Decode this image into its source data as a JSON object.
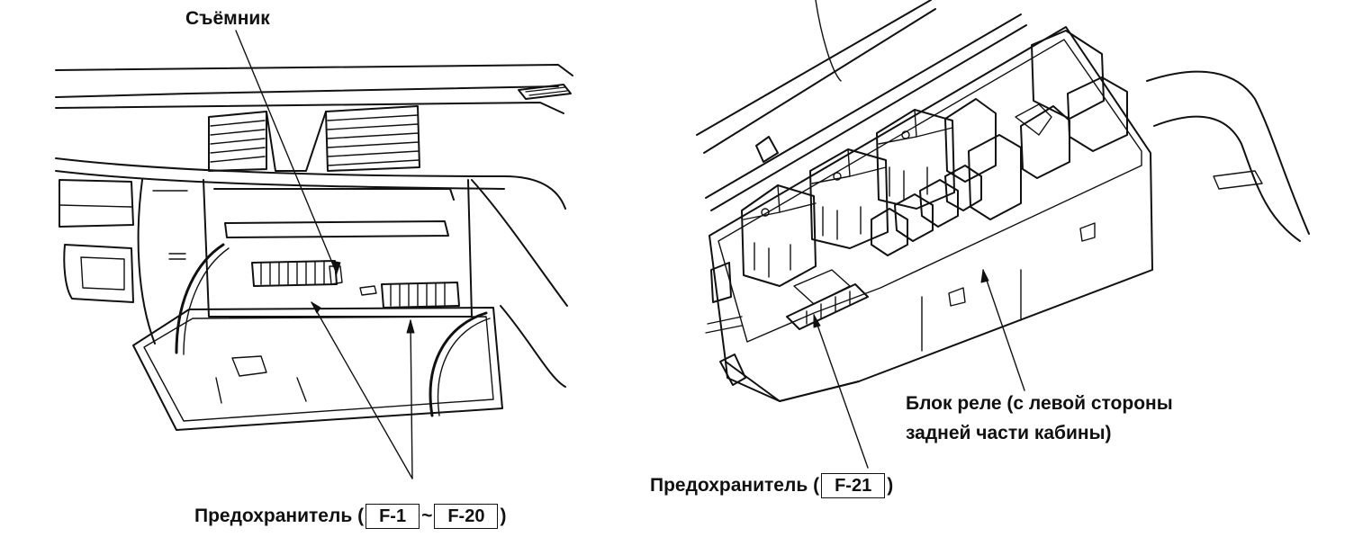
{
  "labels": {
    "puller": "Съёмник",
    "fuse_left_prefix": "Предохранитель (",
    "fuse_left_code_a": "F-1",
    "fuse_left_tilde": "~",
    "fuse_left_code_b": "F-20",
    "fuse_left_suffix": ")",
    "relay_block_line1": "Блок реле (с левой стороны",
    "relay_block_line2": "задней части кабины)",
    "fuse_right_prefix": "Предохранитель (",
    "fuse_right_code": "F-21",
    "fuse_right_suffix": ")"
  },
  "colors": {
    "ink": "#111111",
    "paper": "#ffffff"
  }
}
